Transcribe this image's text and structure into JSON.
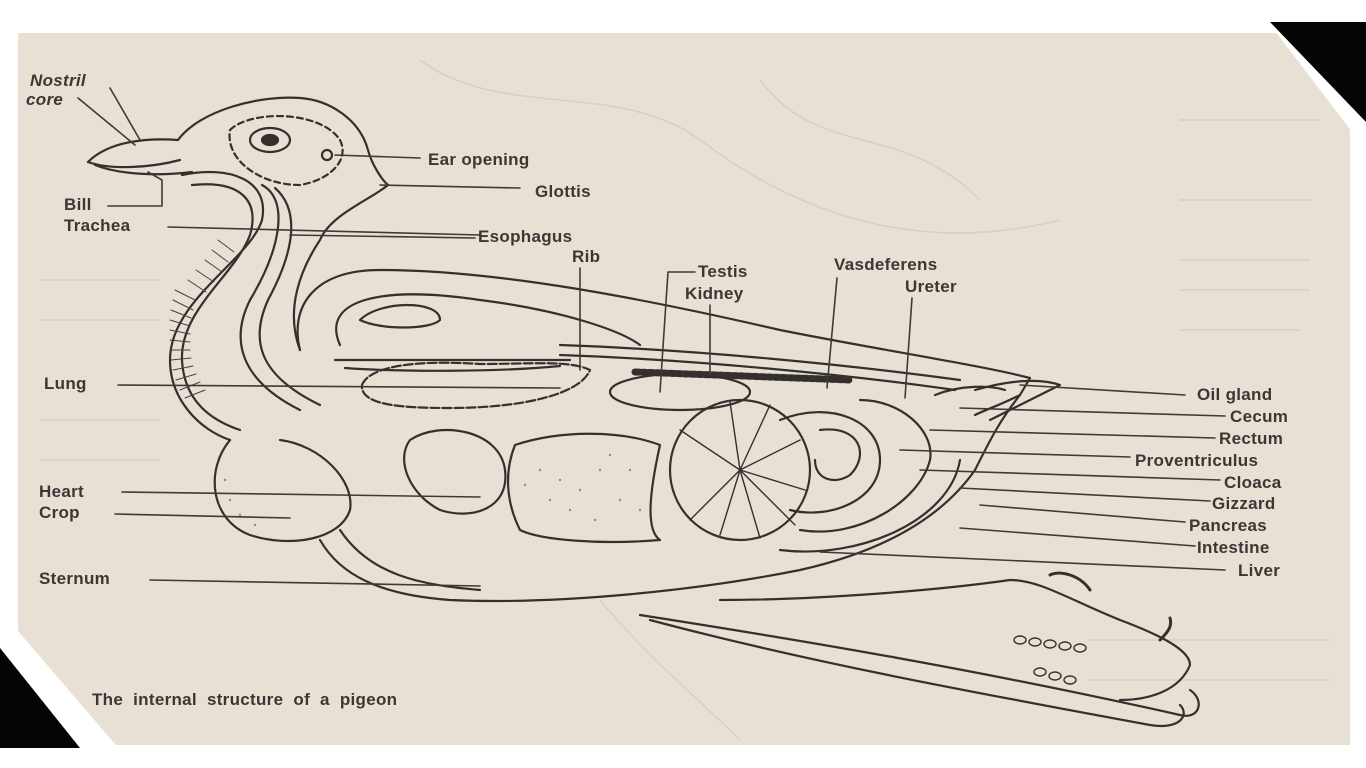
{
  "figure": {
    "caption": "The internal structure of a pigeon",
    "colors": {
      "paper": "#e8e0d5",
      "ink": "#3a3734",
      "frame": "#ffffff",
      "corner_black": "#050505"
    }
  },
  "labels": {
    "left": {
      "nostril": "Nostril",
      "core": "core",
      "bill": "Bill",
      "trachea": "Trachea",
      "lung": "Lung",
      "heart": "Heart",
      "crop": "Crop",
      "sternum": "Sternum"
    },
    "top": {
      "ear_opening": "Ear opening",
      "glottis": "Glottis",
      "esophagus": "Esophagus",
      "rib": "Rib",
      "testis": "Testis",
      "kidney": "Kidney",
      "vasdeferens": "Vasdeferens",
      "ureter": "Ureter"
    },
    "right": {
      "oil_gland": "Oil gland",
      "cecum": "Cecum",
      "rectum": "Rectum",
      "proventriculus": "Proventriculus",
      "cloaca": "Cloaca",
      "gizzard": "Gizzard",
      "pancreas": "Pancreas",
      "intestine": "Intestine",
      "liver": "Liver"
    }
  }
}
